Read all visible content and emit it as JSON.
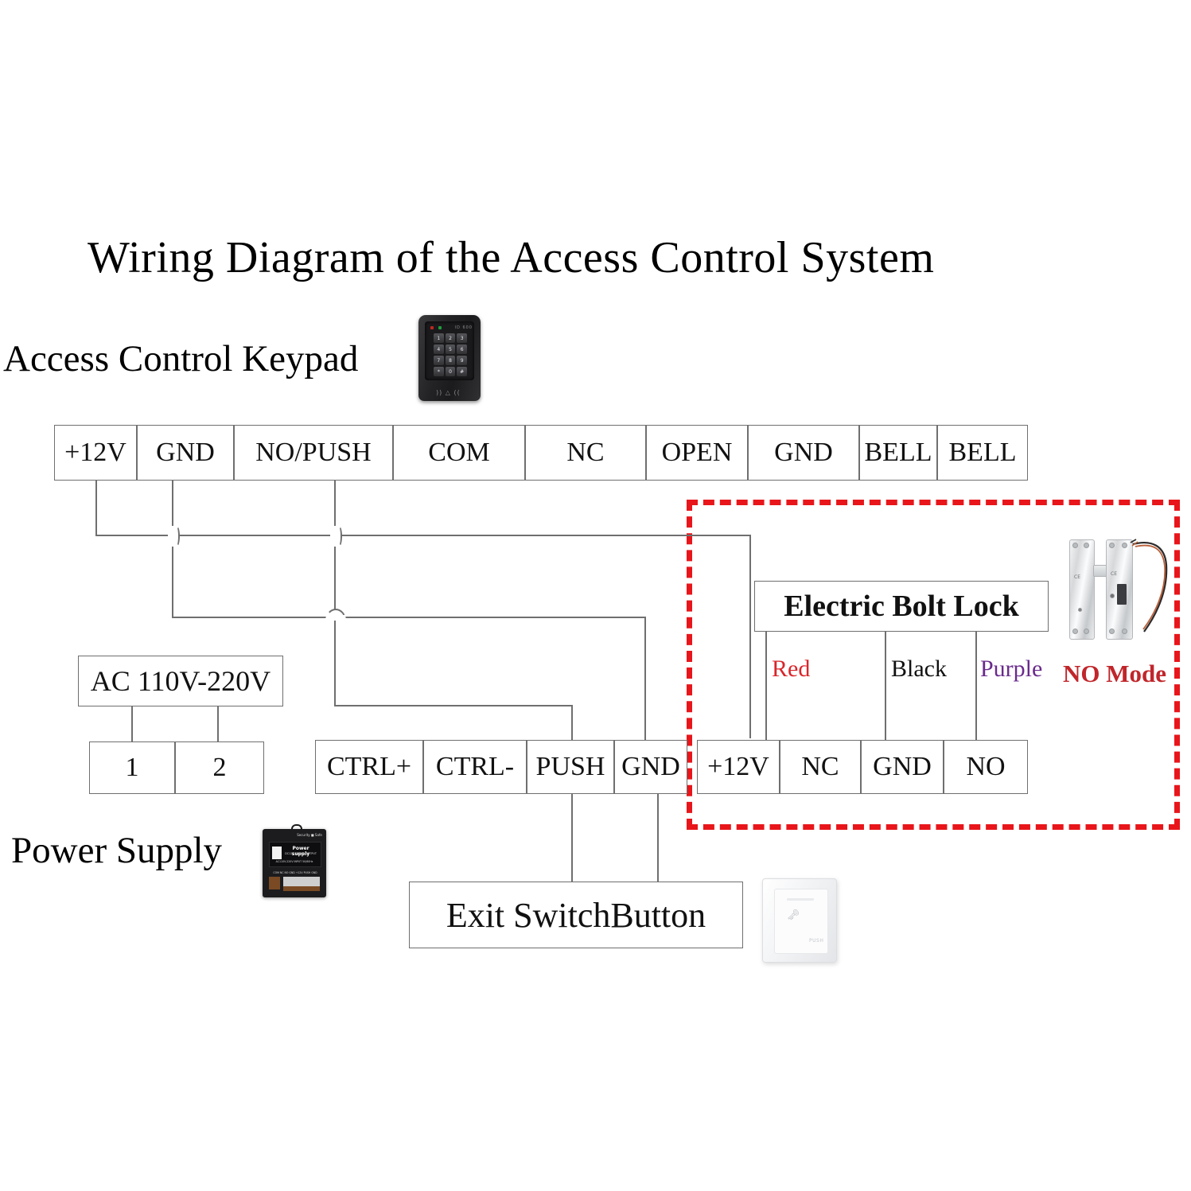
{
  "title": "Wiring Diagram of the Access Control System",
  "labels": {
    "keypad": "Access Control Keypad",
    "power_supply": "Power Supply",
    "exit_switch": "Exit SwitchButton",
    "electric_bolt_lock": "Electric Bolt Lock",
    "ac_input": "AC 110V-220V",
    "no_mode": "NO Mode"
  },
  "keypad_terminals": [
    "+12V",
    "GND",
    "NO/PUSH",
    "COM",
    "NC",
    "OPEN",
    "GND",
    "BELL",
    "BELL"
  ],
  "ac_terminals": [
    "1",
    "2"
  ],
  "controller_terminals": [
    "CTRL+",
    "CTRL-",
    "PUSH",
    "GND"
  ],
  "lock_terminals": [
    "+12V",
    "NC",
    "GND",
    "NO"
  ],
  "wire_colors": [
    {
      "name": "Red",
      "hex": "#d9262b"
    },
    {
      "name": "Black",
      "hex": "#111111"
    },
    {
      "name": "Purple",
      "hex": "#6a2b8c"
    }
  ],
  "colors": {
    "dashed_region": "#e8161a",
    "wire": "#6f6f6f",
    "box_border": "#6f6f6f",
    "text": "#000000",
    "no_mode_text": "#c0262b"
  },
  "keypad_device": {
    "keys": [
      "1",
      "2",
      "3",
      "4",
      "5",
      "6",
      "7",
      "8",
      "9",
      "*",
      "0",
      "#"
    ],
    "rfid_glyph": ")) △ ((",
    "led_red": "#c0281e",
    "led_green": "#1f9e3c"
  },
  "power_supply_device": {
    "brand": "Power supply",
    "line1": "DC12V 3A / 5A OUTPUT",
    "line2": "AC110V-220V INPUT 50/60Hz",
    "terminal_row": "COM NC NO GND +12V PUSH GND"
  },
  "exit_switch_device": {
    "caption": "PUSH"
  },
  "bolt_lock_device": {
    "mark": "CE"
  }
}
